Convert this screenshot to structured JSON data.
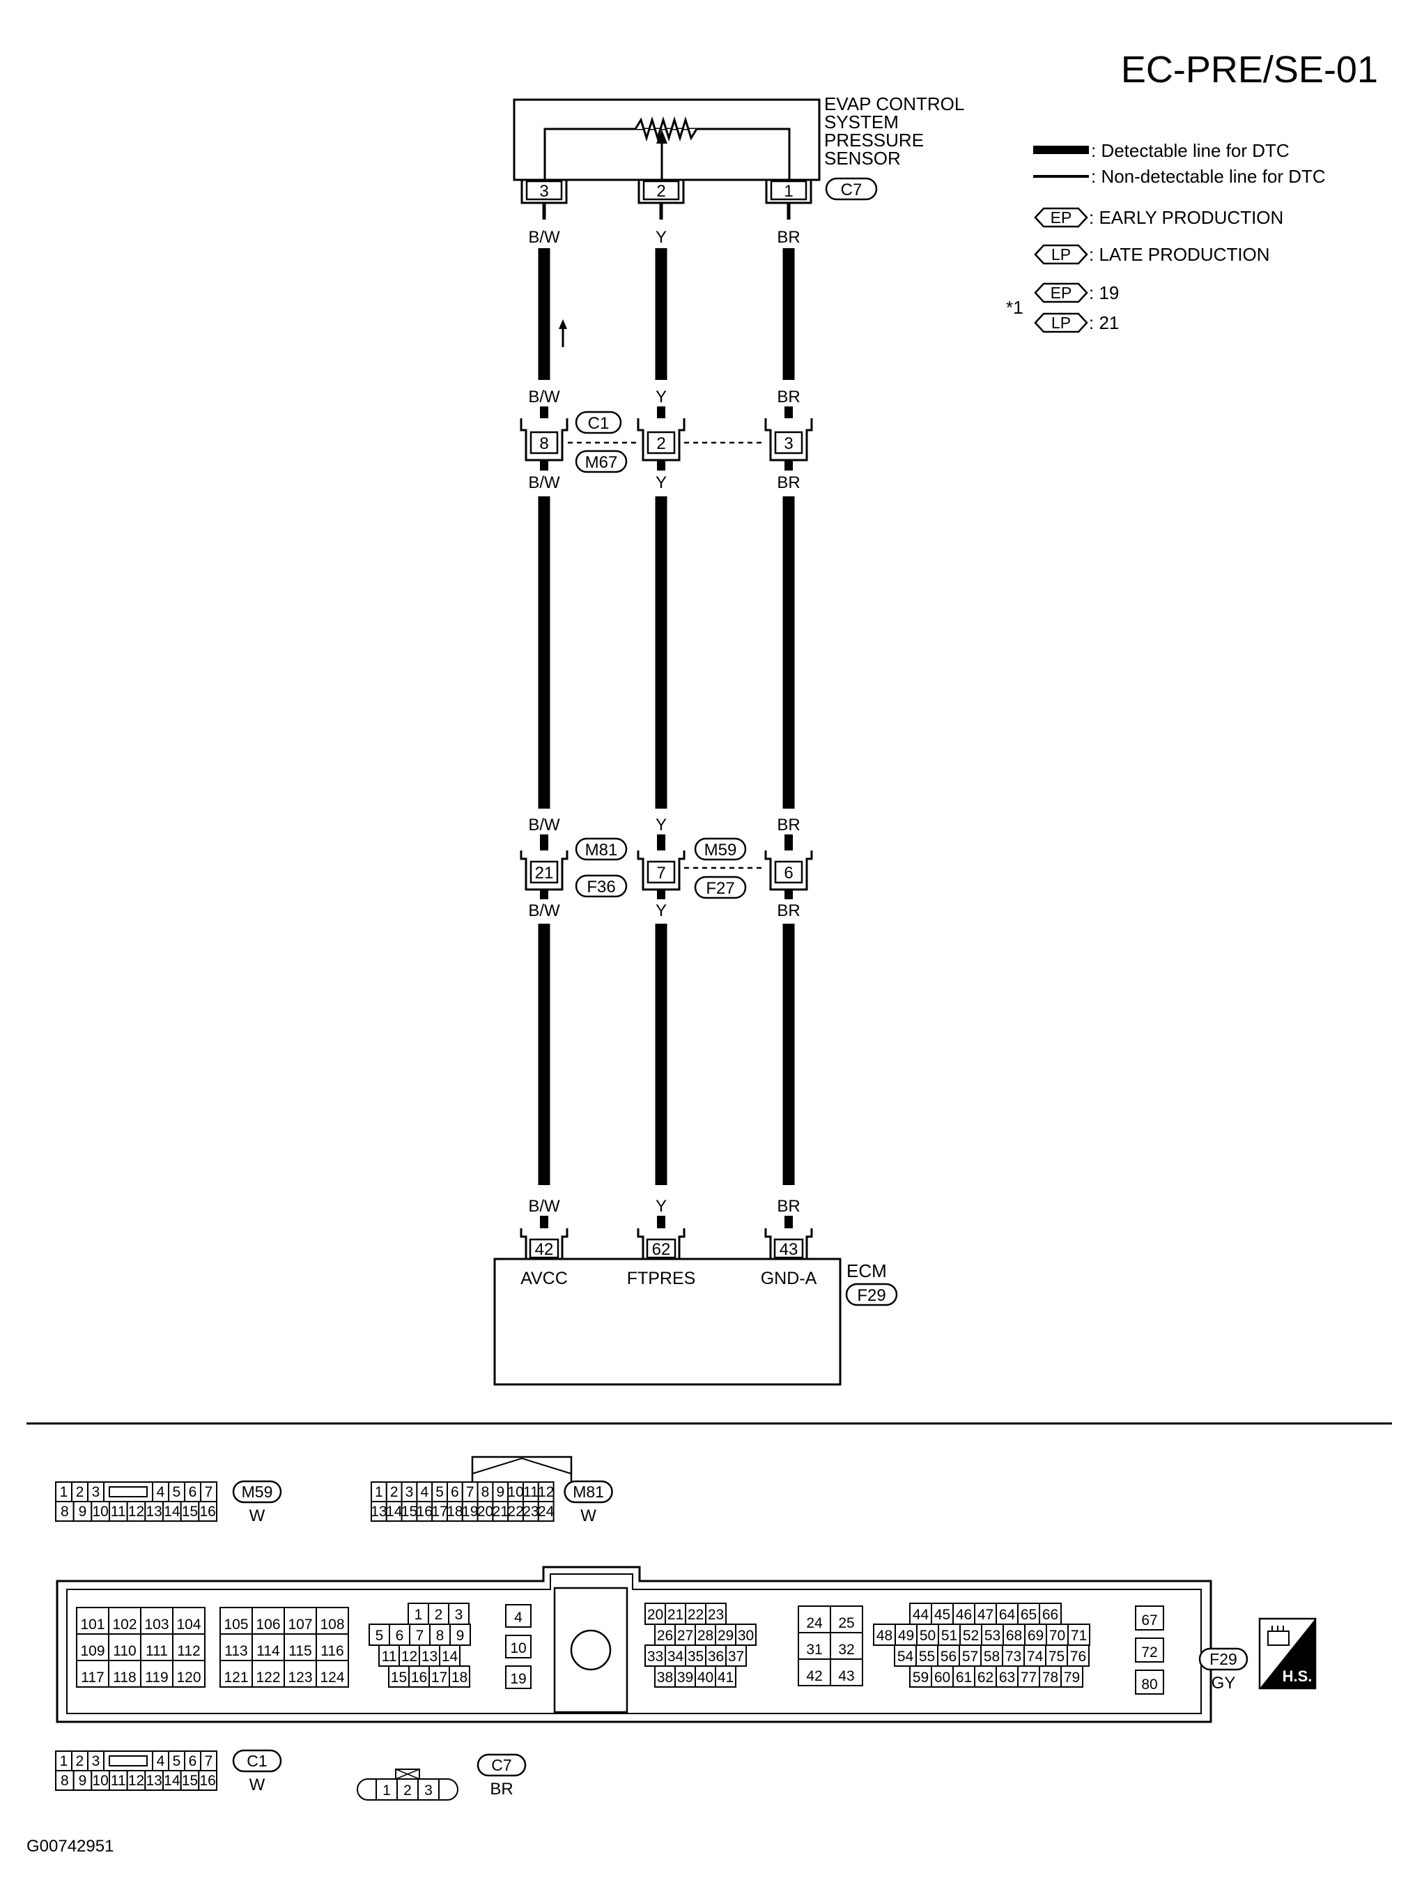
{
  "page_code": "EC-PRE/SE-01",
  "figure_id": "G00742951",
  "sensor": {
    "label_lines": [
      "EVAP CONTROL",
      "SYSTEM",
      "PRESSURE",
      "SENSOR"
    ],
    "connector": "C7",
    "pins": [
      "3",
      "2",
      "1"
    ]
  },
  "legend": {
    "detectable": ": Detectable line for DTC",
    "non_detectable": ": Non-detectable line for DTC",
    "ep_symbol": "EP",
    "lp_symbol": "LP",
    "early": ": EARLY PRODUCTION",
    "late": ": LATE PRODUCTION",
    "note_mark": "*1",
    "ep_value": ": 19",
    "lp_value": ": 21"
  },
  "wire_colors": [
    "B/W",
    "Y",
    "BR"
  ],
  "junction1": {
    "pins": [
      "8",
      "2",
      "3"
    ],
    "top_label": "C1",
    "bottom_label": "M67"
  },
  "junction2": {
    "pins": [
      "21",
      "7",
      "6"
    ],
    "labels": [
      "M81",
      "F36",
      "M59",
      "F27"
    ]
  },
  "ecm": {
    "label": "ECM",
    "connector": "F29",
    "pins": [
      "42",
      "62",
      "43"
    ],
    "terminals": [
      "AVCC",
      "FTPRES",
      "GND-A"
    ]
  },
  "connector_views": {
    "m59": {
      "id": "M59",
      "color": "W",
      "row1": [
        "1",
        "2",
        "3",
        "4",
        "5",
        "6",
        "7"
      ],
      "row2": [
        "8",
        "9",
        "10",
        "11",
        "12",
        "13",
        "14",
        "15",
        "16"
      ]
    },
    "m81": {
      "id": "M81",
      "color": "W",
      "row1": [
        "1",
        "2",
        "3",
        "4",
        "5",
        "6",
        "7",
        "8",
        "9",
        "10",
        "11",
        "12"
      ],
      "row2": [
        "13",
        "14",
        "15",
        "16",
        "17",
        "18",
        "19",
        "20",
        "21",
        "22",
        "23",
        "24"
      ]
    },
    "c1": {
      "id": "C1",
      "color": "W",
      "row1": [
        "1",
        "2",
        "3",
        "4",
        "5",
        "6",
        "7"
      ],
      "row2": [
        "8",
        "9",
        "10",
        "11",
        "12",
        "13",
        "14",
        "15",
        "16"
      ]
    },
    "c7": {
      "id": "C7",
      "color": "BR",
      "pins": [
        "1",
        "2",
        "3"
      ]
    },
    "f29": {
      "id": "F29",
      "color": "GY",
      "hs": "H.S.",
      "g1": [
        [
          "101",
          "102",
          "103",
          "104"
        ],
        [
          "109",
          "110",
          "111",
          "112"
        ],
        [
          "117",
          "118",
          "119",
          "120"
        ]
      ],
      "g2": [
        [
          "105",
          "106",
          "107",
          "108"
        ],
        [
          "113",
          "114",
          "115",
          "116"
        ],
        [
          "121",
          "122",
          "123",
          "124"
        ]
      ],
      "g3": [
        [
          "1",
          "2",
          "3"
        ],
        [
          "5",
          "6",
          "7",
          "8",
          "9"
        ],
        [
          "11",
          "12",
          "13",
          "14"
        ],
        [
          "15",
          "16",
          "17",
          "18"
        ]
      ],
      "g4": [
        "4",
        "10",
        "19"
      ],
      "g5": [
        [
          "20",
          "21",
          "22",
          "23"
        ],
        [
          "26",
          "27",
          "28",
          "29",
          "30"
        ],
        [
          "33",
          "34",
          "35",
          "36",
          "37"
        ],
        [
          "38",
          "39",
          "40",
          "41"
        ]
      ],
      "g6": [
        [
          "24",
          "25"
        ],
        [
          "31",
          "32"
        ],
        [
          "42",
          "43"
        ]
      ],
      "g7": [
        [
          "44",
          "45",
          "46",
          "47",
          "64",
          "65",
          "66"
        ],
        [
          "48",
          "49",
          "50",
          "51",
          "52",
          "53",
          "68",
          "69",
          "70",
          "71"
        ],
        [
          "54",
          "55",
          "56",
          "57",
          "58",
          "73",
          "74",
          "75",
          "76"
        ],
        [
          "59",
          "60",
          "61",
          "62",
          "63",
          "77",
          "78",
          "79"
        ]
      ],
      "g8": [
        "67",
        "72",
        "80"
      ]
    }
  }
}
